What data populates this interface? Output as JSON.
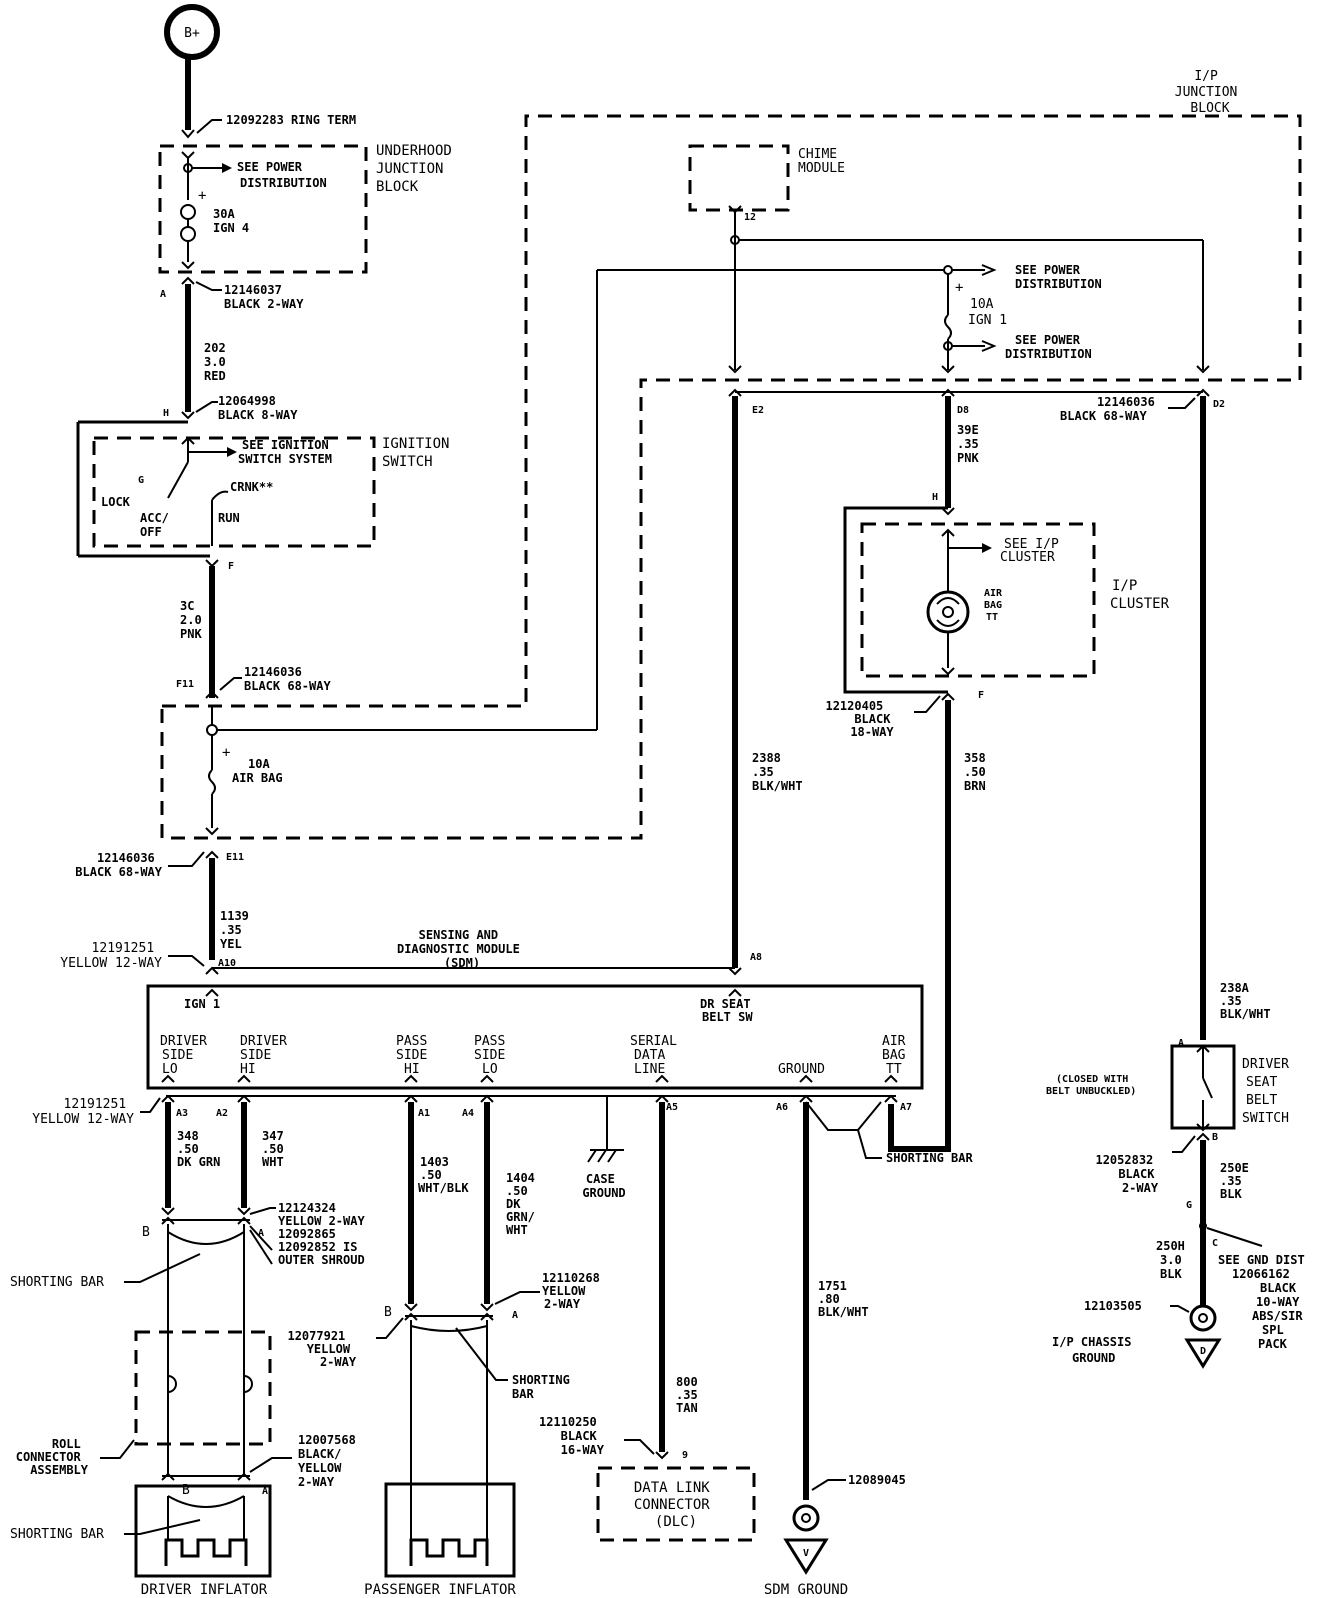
{
  "battery": "B+",
  "connectors": {
    "ring_term": "12092283  RING TERM",
    "c_12146037": "12146037",
    "c_12146037_desc": "BLACK 2-WAY",
    "c_12064998": "12064998",
    "c_12064998_desc": "BLACK 8-WAY",
    "c_12146036_a": "12146036",
    "c_12146036_a_desc": "BLACK 68-WAY",
    "c_12146036_b": "12146036",
    "c_12146036_b_desc": "BLACK 68-WAY",
    "c_12146036_c": "12146036",
    "c_12146036_c_desc": "BLACK 68-WAY",
    "c_12191251_a": "12191251",
    "c_12191251_a_desc": "YELLOW 12-WAY",
    "c_12191251_b": "12191251",
    "c_12191251_b_desc": "YELLOW 12-WAY",
    "c_12124324": "12124324",
    "c_12124324_desc": "YELLOW 2-WAY",
    "c_12092865": "12092865",
    "c_12092852": "12092852 IS",
    "outer_shroud": "OUTER SHROUD",
    "c_12120405": "12120405",
    "c_12120405_desc1": "BLACK",
    "c_12120405_desc2": "18-WAY",
    "c_12110268": "12110268",
    "c_12110268_desc1": "YELLOW",
    "c_12110268_desc2": "2-WAY",
    "c_12077921": "12077921",
    "c_12077921_desc1": "YELLOW",
    "c_12077921_desc2": "2-WAY",
    "c_12007568": "12007568",
    "c_12007568_desc1": "BLACK/",
    "c_12007568_desc2": "YELLOW",
    "c_12007568_desc3": "2-WAY",
    "c_12110250": "12110250",
    "c_12110250_desc1": "BLACK",
    "c_12110250_desc2": "16-WAY",
    "c_12089045": "12089045",
    "c_12052832": "12052832",
    "c_12052832_desc1": "BLACK",
    "c_12052832_desc2": "2-WAY",
    "c_12103505": "12103505",
    "see_gnd_dist": "SEE GND DIST",
    "c_12066162": "12066162",
    "c_12066162_desc1": "BLACK",
    "c_12066162_desc2": "10-WAY",
    "c_12066162_desc3": "ABS/SIR",
    "c_12066162_desc4": "SPL",
    "c_12066162_desc5": "PACK"
  },
  "components": {
    "underhood_jb": [
      "UNDERHOOD",
      "JUNCTION",
      "BLOCK"
    ],
    "see_power_dist": [
      "SEE POWER",
      "DISTRIBUTION"
    ],
    "fuse_30a": [
      "30A",
      "IGN 4"
    ],
    "ignition_switch": [
      "IGNITION",
      "SWITCH"
    ],
    "see_ign_sys": [
      "SEE IGNITION",
      "SWITCH SYSTEM"
    ],
    "ign_positions": {
      "lock": "LOCK",
      "acc": "ACC/",
      "off": "OFF",
      "crnk": "CRNK**",
      "run": "RUN",
      "g": "G"
    },
    "ip_jb": [
      "I/P",
      "JUNCTION",
      "BLOCK"
    ],
    "chime": [
      "CHIME",
      "MODULE"
    ],
    "fuse_10a_ign1": [
      "10A",
      "IGN 1"
    ],
    "fuse_10a_airbag": [
      "10A",
      "AIR BAG"
    ],
    "ip_cluster": [
      "I/P",
      "CLUSTER"
    ],
    "see_ip_cluster": [
      "SEE I/P",
      "CLUSTER"
    ],
    "airbag_tt": [
      "AIR",
      "BAG",
      "TT"
    ],
    "sdm_title": [
      "SENSING AND",
      "DIAGNOSTIC MODULE",
      "(SDM)"
    ],
    "sdm_ign1": "IGN 1",
    "sdm_dr_seat": [
      "DR SEAT",
      "BELT SW"
    ],
    "sdm_pins": [
      [
        "DRIVER",
        "SIDE",
        "LO"
      ],
      [
        "DRIVER",
        "SIDE",
        "HI"
      ],
      [
        "PASS",
        "SIDE",
        "HI"
      ],
      [
        "PASS",
        "SIDE",
        "LO"
      ],
      [
        "SERIAL",
        "DATA",
        "LINE"
      ],
      [
        "GROUND"
      ],
      [
        "AIR",
        "BAG",
        "TT"
      ]
    ],
    "case_ground": [
      "CASE",
      "GROUND"
    ],
    "shorting_bar": "SHORTING BAR",
    "shorting_bar_2": [
      "SHORTING",
      "BAR"
    ],
    "roll_connector": [
      "ROLL",
      "CONNECTOR",
      "ASSEMBLY"
    ],
    "driver_inflator": "DRIVER INFLATOR",
    "passenger_inflator": "PASSENGER INFLATOR",
    "dlc": [
      "DATA LINK",
      "CONNECTOR",
      "(DLC)"
    ],
    "sdm_ground": "SDM GROUND",
    "driver_seat_belt": [
      "DRIVER",
      "SEAT",
      "BELT",
      "SWITCH"
    ],
    "closed_with": [
      "(CLOSED WITH",
      "BELT UNBUCKLED)"
    ],
    "ip_chassis_ground": [
      "I/P CHASSIS",
      "GROUND"
    ]
  },
  "wires": {
    "w202": [
      "202",
      "3.0",
      "RED"
    ],
    "w3c": [
      "3C",
      "2.0",
      "PNK"
    ],
    "w1139": [
      "1139",
      ".35",
      "YEL"
    ],
    "w2388": [
      "2388",
      ".35",
      "BLK/WHT"
    ],
    "w39e": [
      "39E",
      ".35",
      "PNK"
    ],
    "w358": [
      "358",
      ".50",
      "BRN"
    ],
    "w238a": [
      "238A",
      ".35",
      "BLK/WHT"
    ],
    "w348": [
      "348",
      ".50",
      "DK GRN"
    ],
    "w347": [
      "347",
      ".50",
      "WHT"
    ],
    "w1403": [
      "1403",
      ".50",
      "WHT/BLK"
    ],
    "w1404": [
      "1404",
      ".50",
      "DK",
      "GRN/",
      "WHT"
    ],
    "w1751": [
      "1751",
      ".80",
      "BLK/WHT"
    ],
    "w800": [
      "800",
      ".35",
      "TAN"
    ],
    "w250e": [
      "250E",
      ".35",
      "BLK"
    ],
    "w250h": [
      "250H",
      "3.0",
      "BLK"
    ]
  },
  "pins": {
    "a": "A",
    "h": "H",
    "f": "F",
    "f11": "F11",
    "e11": "E11",
    "a10": "A10",
    "e2": "E2",
    "d8": "D8",
    "d2": "D2",
    "a8": "A8",
    "h2": "H",
    "f2": "F",
    "pin12": "12",
    "a3": "A3",
    "a2": "A2",
    "a1": "A1",
    "a4": "A4",
    "a5": "A5",
    "a6": "A6",
    "a7": "A7",
    "b1": "B",
    "a_1": "A",
    "b2": "B",
    "a_2": "A",
    "b3": "B",
    "a_3": "A",
    "sw_a": "A",
    "sw_b": "B",
    "sw_g": "G",
    "sw_c": "C",
    "dlc_pin": "9"
  }
}
